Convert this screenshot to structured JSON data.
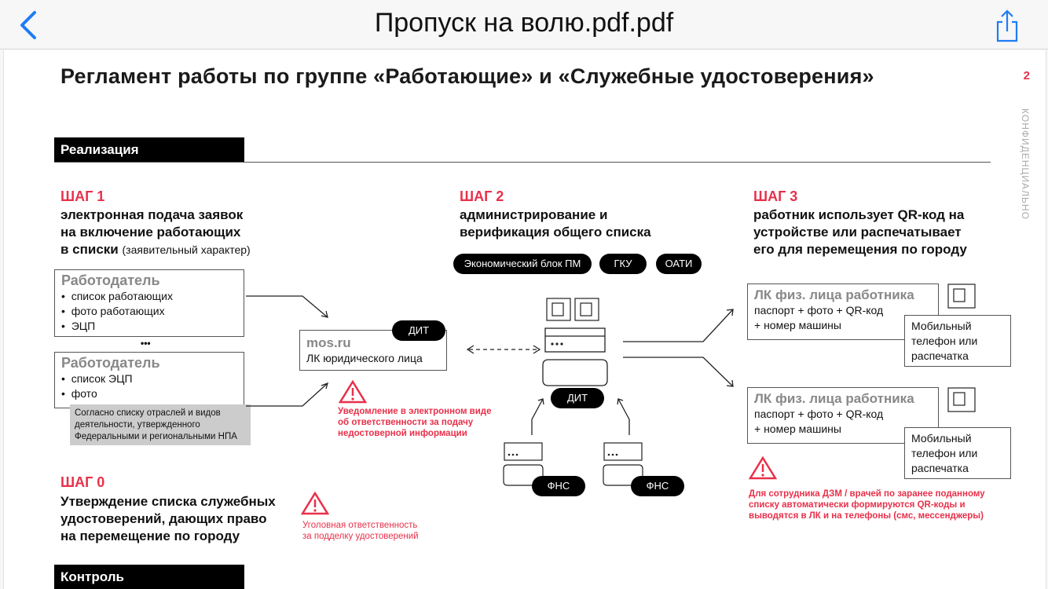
{
  "nav": {
    "title": "Пропуск на волю.pdf.pdf"
  },
  "doc": {
    "heading": "Регламент работы по группе «Работающие» и «Служебные удостоверения»",
    "page_number": "2",
    "confidential": "КОНФИДЕНЦИАЛЬНО",
    "section_realization": "Реализация",
    "section_control": "Контроль",
    "step1": {
      "label": "ШАГ 1",
      "line1": "электронная подача заявок",
      "line2": "на включение работающих",
      "line3": "в списки",
      "note": "(заявительный характер)"
    },
    "employer1": {
      "title": "Работодатель",
      "items": [
        "список работающих",
        "фото работающих",
        "ЭЦП"
      ]
    },
    "dots": "•••",
    "employer2": {
      "title": "Работодатель",
      "items": [
        "список ЭЦП",
        "фото"
      ]
    },
    "gray_note": [
      "Согласно списку отраслей и видов",
      "деятельности, утвержденного",
      "Федеральными и региональными НПА"
    ],
    "dit_small": "ДИТ",
    "mosru": {
      "title": "mos.ru",
      "subtitle": "ЛК юридического лица"
    },
    "warn1": [
      "Уведомление в электронном виде",
      "об ответственности за подачу",
      "недостоверной информации"
    ],
    "step2": {
      "label": "ШАГ 2",
      "line1": "администрирование и",
      "line2": "верификация общего списка"
    },
    "pills": [
      "Экономический блок ПМ",
      "ГКУ",
      "ОАТИ"
    ],
    "dit_server": "ДИТ",
    "fns1": "ФНС",
    "fns2": "ФНС",
    "step3": {
      "label": "ШАГ 3",
      "line1": "работник использует QR-код на",
      "line2": "устройстве или распечатывает",
      "line3": "его для перемещения по городу"
    },
    "lk1": {
      "title": "ЛК физ. лица работника",
      "line1": "паспорт + фото + QR-код",
      "line2": "+ номер машины"
    },
    "lk2": {
      "title": "ЛК физ. лица работника",
      "line1": "паспорт + фото + QR-код",
      "line2": "+ номер машины"
    },
    "mobile1": [
      "Мобильный",
      "телефон или",
      "распечатка"
    ],
    "mobile2": [
      "Мобильный",
      "телефон или",
      "распечатка"
    ],
    "warn3": [
      "Для сотрудника ДЗМ / врачей по заранее поданному",
      "списку автоматически формируются QR-коды и",
      "выводятся в ЛК и на телефоны (смс, мессенджеры)"
    ],
    "step0": {
      "label": "ШАГ 0",
      "line1": "Утверждение списка служебных",
      "line2": "удостоверений, дающих право",
      "line3": "на перемещение по городу"
    },
    "warn0": [
      "Уголовная ответственность",
      "за подделку удостоверений"
    ]
  }
}
